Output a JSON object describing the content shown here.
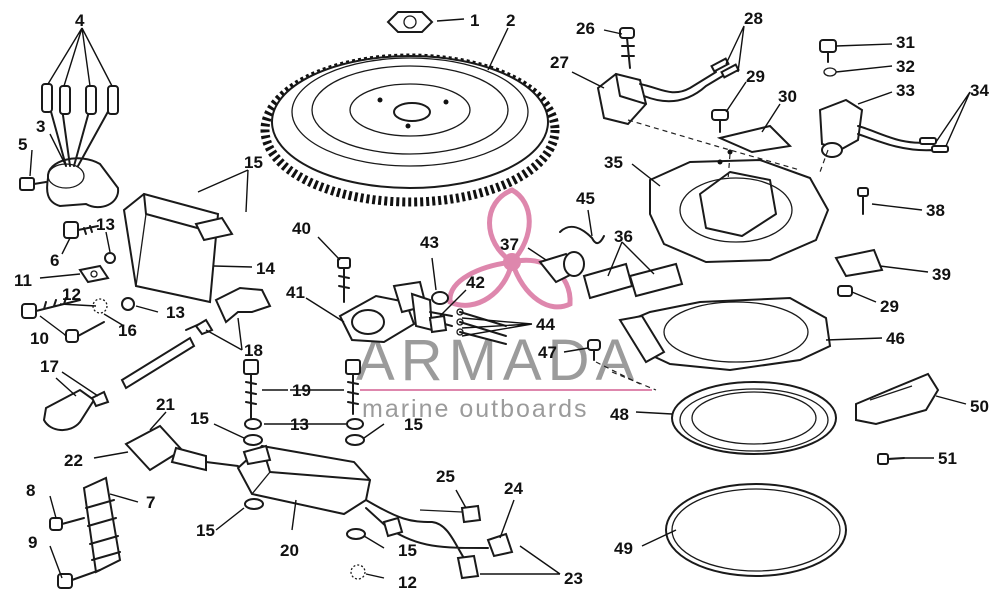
{
  "watermark": {
    "title": "ARMADA",
    "subtitle": "marine outboards",
    "title_color": "#8a8a8a",
    "accent_color": "#d9739f"
  },
  "callouts": [
    "1",
    "2",
    "3",
    "4",
    "5",
    "6",
    "7",
    "8",
    "9",
    "10",
    "11",
    "12",
    "12",
    "13",
    "13",
    "13",
    "14",
    "15",
    "15",
    "15",
    "15",
    "15",
    "16",
    "17",
    "18",
    "19",
    "20",
    "21",
    "22",
    "23",
    "24",
    "25",
    "26",
    "27",
    "28",
    "29",
    "29",
    "30",
    "31",
    "32",
    "33",
    "34",
    "35",
    "36",
    "37",
    "38",
    "39",
    "40",
    "41",
    "42",
    "43",
    "44",
    "45",
    "46",
    "47",
    "48",
    "49",
    "50",
    "51"
  ]
}
